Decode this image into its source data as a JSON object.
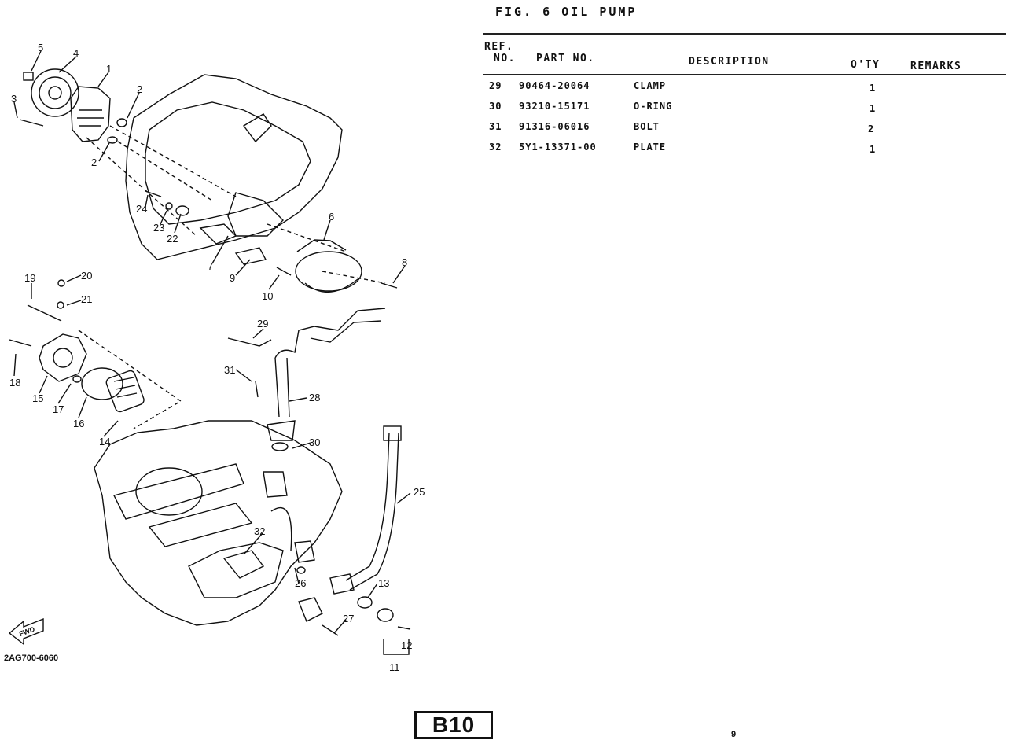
{
  "figure": {
    "title": "FIG. 6 OIL PUMP"
  },
  "table": {
    "headers": {
      "ref_line1": "REF.",
      "ref_line2": "NO.",
      "part_no": "PART NO.",
      "description": "DESCRIPTION",
      "qty": "Q'TY",
      "remarks": "REMARKS"
    },
    "rows": [
      {
        "ref": "29",
        "part_no": "90464-20064",
        "description": "CLAMP",
        "qty": "1",
        "remarks": ""
      },
      {
        "ref": "30",
        "part_no": "93210-15171",
        "description": "O-RING",
        "qty": "1",
        "remarks": ""
      },
      {
        "ref": "31",
        "part_no": "91316-06016",
        "description": "BOLT",
        "qty": "2",
        "remarks": ""
      },
      {
        "ref": "32",
        "part_no": "5Y1-13371-00",
        "description": "PLATE",
        "qty": "1",
        "remarks": ""
      }
    ]
  },
  "diagram": {
    "callouts": [
      "1",
      "2",
      "2",
      "3",
      "4",
      "5",
      "6",
      "7",
      "8",
      "9",
      "10",
      "11",
      "12",
      "13",
      "14",
      "15",
      "16",
      "17",
      "18",
      "19",
      "20",
      "21",
      "22",
      "23",
      "24",
      "25",
      "26",
      "27",
      "28",
      "29",
      "30",
      "31",
      "32"
    ],
    "direction_label": "FWD",
    "drawing_code": "2AG700-6060"
  },
  "footer": {
    "page_code": "B10",
    "page_number": "9"
  }
}
